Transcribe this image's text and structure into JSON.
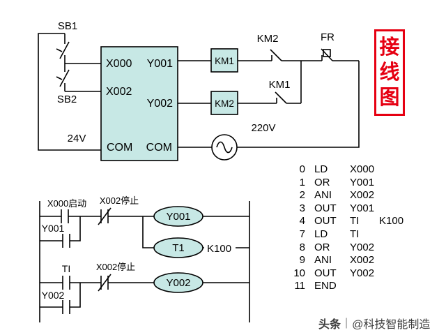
{
  "title": "接线图",
  "colors": {
    "box_fill": "#c7e8e5",
    "accent_red": "#e60012"
  },
  "wiring": {
    "sb1_label": "SB1",
    "sb2_label": "SB2",
    "plc_input_1": "X000",
    "plc_input_2": "X002",
    "plc_output_1": "Y001",
    "plc_output_2": "Y002",
    "plc_com_left": "COM",
    "plc_com_right": "COM",
    "km1_coil_label": "KM1",
    "km2_coil_label": "KM2",
    "km2_interlock_label": "KM2",
    "km1_interlock_label": "KM1",
    "fr_label": "FR",
    "supply_24v": "24V",
    "supply_220v": "220V"
  },
  "ladder": {
    "rung1_contact1_label": "X000启动",
    "rung1_contact2_label": "X002停止",
    "rung1_parallel_label": "Y001",
    "rung1_coil": "Y001",
    "timer_coil": "T1",
    "timer_value": "K100",
    "rung2_contact1_label": "TI",
    "rung2_contact2_label": "X002停止",
    "rung2_parallel_label": "Y002",
    "rung2_coil": "Y002"
  },
  "instructions": [
    {
      "n": "0",
      "op": "LD",
      "a": "X000",
      "b": ""
    },
    {
      "n": "1",
      "op": "OR",
      "a": "Y001",
      "b": ""
    },
    {
      "n": "2",
      "op": "ANI",
      "a": "X002",
      "b": ""
    },
    {
      "n": "3",
      "op": "OUT",
      "a": "Y001",
      "b": ""
    },
    {
      "n": "4",
      "op": "OUT",
      "a": "TI",
      "b": "K100"
    },
    {
      "n": "7",
      "op": "LD",
      "a": "TI",
      "b": ""
    },
    {
      "n": "8",
      "op": "OR",
      "a": "Y002",
      "b": ""
    },
    {
      "n": "9",
      "op": "ANI",
      "a": "X002",
      "b": ""
    },
    {
      "n": "10",
      "op": "OUT",
      "a": "Y002",
      "b": ""
    },
    {
      "n": "11",
      "op": "END",
      "a": "",
      "b": ""
    }
  ],
  "watermark": {
    "brand": "头条",
    "handle": "@科技智能制造"
  }
}
